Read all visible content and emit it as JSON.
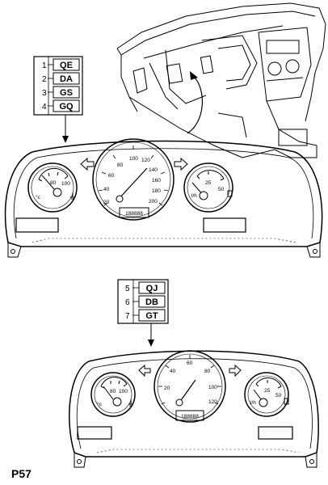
{
  "page_label": "P57",
  "legend_top": [
    {
      "index": "1",
      "code": "QE"
    },
    {
      "index": "2",
      "code": "DA"
    },
    {
      "index": "3",
      "code": "GS"
    },
    {
      "index": "4",
      "code": "GQ"
    }
  ],
  "legend_bottom": [
    {
      "index": "5",
      "code": "QJ"
    },
    {
      "index": "6",
      "code": "DB"
    },
    {
      "index": "7",
      "code": "GT"
    }
  ],
  "cluster_top": {
    "temp_ticks": [
      "80",
      "100"
    ],
    "temp_unit": "°c",
    "speed_ticks": [
      "20",
      "40",
      "60",
      "80",
      "100",
      "120",
      "140",
      "160",
      "180",
      "200"
    ],
    "odometer": "188888",
    "fuel_ticks": [
      "25",
      "50"
    ],
    "fuel_unit": "l/h"
  },
  "cluster_bottom": {
    "temp_ticks": [
      "80",
      "100"
    ],
    "temp_unit": "°c",
    "speed_ticks": [
      "20",
      "40",
      "60",
      "80",
      "100",
      "120"
    ],
    "odometer": "188888",
    "fuel_ticks": [
      "25",
      "50"
    ],
    "fuel_unit": "l/h"
  }
}
